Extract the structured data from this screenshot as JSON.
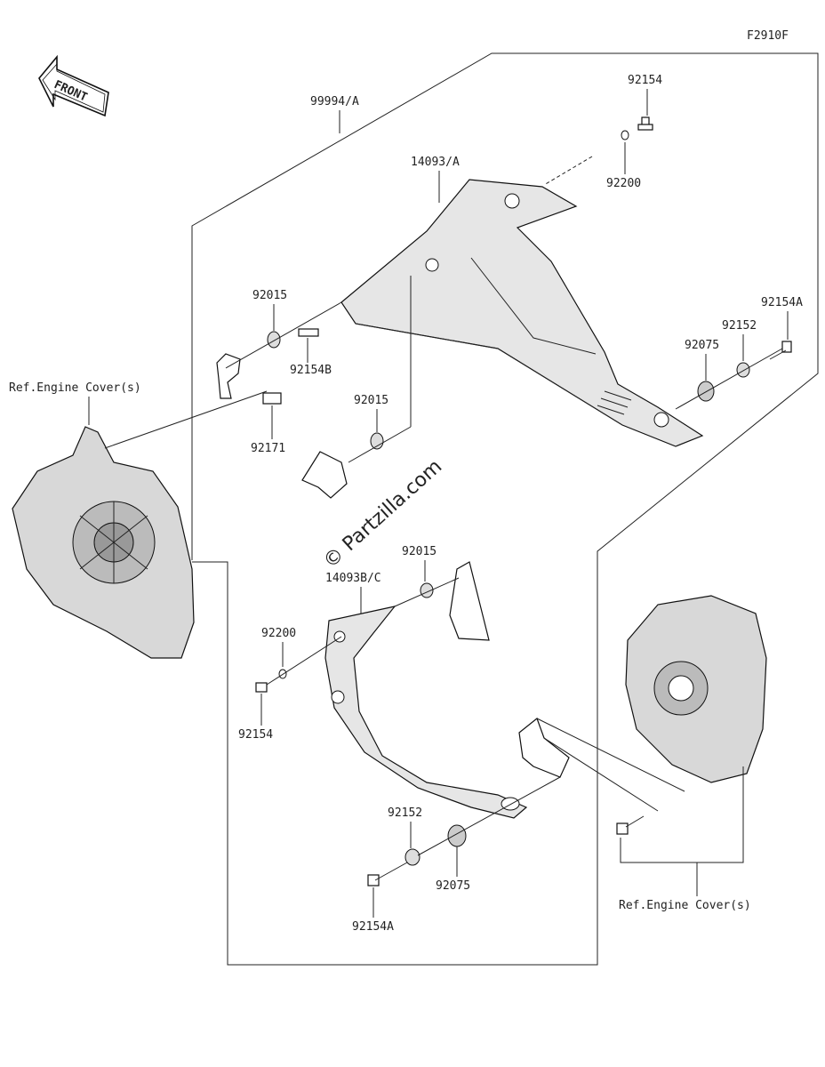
{
  "diagram": {
    "code": "F2910F",
    "front_label": "FRONT",
    "watermark": "© Partzilla.com",
    "parts": {
      "kit": "99994/A",
      "upper_guard": "14093/A",
      "lower_guard": "14093B/C",
      "bolt_top": "92154",
      "bolt_left": "92154",
      "bolt_a_right": "92154A",
      "bolt_a_bottom": "92154A",
      "bolt_b": "92154B",
      "washer_top": "92200",
      "washer_left": "92200",
      "collar_1": "92015",
      "collar_2": "92015",
      "collar_3": "92015",
      "clip": "92171",
      "grommet_right": "92075",
      "grommet_bottom": "92075",
      "spacer_right": "92152",
      "spacer_bottom": "92152"
    },
    "references": {
      "left": "Ref.Engine Cover(s)",
      "right": "Ref.Engine Cover(s)"
    }
  }
}
